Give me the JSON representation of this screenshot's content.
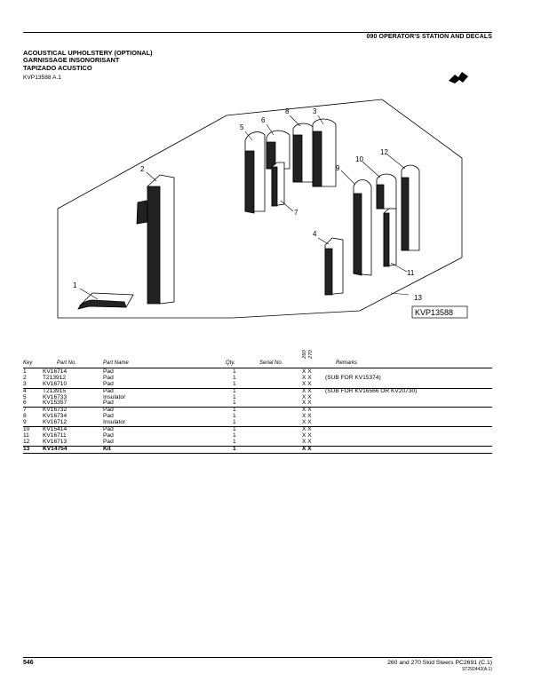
{
  "header": {
    "section_title": "090  OPERATOR'S STATION AND DECALS"
  },
  "titles": [
    "ACOUSTICAL UPHOLSTERY (OPTIONAL)",
    "GARNISSAGE INSONORISANT",
    "TAPIZADO ACUSTICO"
  ],
  "figure_id": "KVP13588 A.1",
  "illustration": {
    "callouts": [
      "1",
      "2",
      "3",
      "4",
      "5",
      "6",
      "7",
      "8",
      "9",
      "10",
      "11",
      "12",
      "13"
    ],
    "figure_label": "KVP13588",
    "arrow_icon": "direction-arrow-icon"
  },
  "table": {
    "headers": {
      "key": "Key",
      "part_no": "Part No.",
      "part_name": "Part Name",
      "qty": "Qty.",
      "serial_no": "Serial No.",
      "model_1": "260",
      "model_2": "270",
      "remarks": "Remarks"
    },
    "rows": [
      {
        "key": "1",
        "part_no": "KV16714",
        "name": "Pad",
        "qty": "1",
        "models": "X X",
        "remarks": ""
      },
      {
        "key": "2",
        "part_no": "T213912",
        "name": "Pad",
        "qty": "1",
        "models": "X X",
        "remarks": "(SUB FOR KV15374)"
      },
      {
        "key": "3",
        "part_no": "KV16710",
        "name": "Pad",
        "qty": "1",
        "models": "X X",
        "remarks": ""
      },
      {
        "key": "4",
        "part_no": "T213915",
        "name": "Pad",
        "qty": "1",
        "models": "X X",
        "remarks": "(SUB FOR KV16566 OR KV20730)"
      },
      {
        "key": "5",
        "part_no": "KV16733",
        "name": "Insulator",
        "qty": "1",
        "models": "X X",
        "remarks": ""
      },
      {
        "key": "6",
        "part_no": "KV15357",
        "name": "Pad",
        "qty": "1",
        "models": "X X",
        "remarks": ""
      },
      {
        "key": "7",
        "part_no": "KV16732",
        "name": "Pad",
        "qty": "1",
        "models": "X X",
        "remarks": ""
      },
      {
        "key": "8",
        "part_no": "KV16734",
        "name": "Pad",
        "qty": "1",
        "models": "X X",
        "remarks": ""
      },
      {
        "key": "9",
        "part_no": "KV16712",
        "name": "Insulator",
        "qty": "1",
        "models": "X X",
        "remarks": ""
      },
      {
        "key": "10",
        "part_no": "KV15414",
        "name": "Pad",
        "qty": "1",
        "models": "X X",
        "remarks": ""
      },
      {
        "key": "11",
        "part_no": "KV16711",
        "name": "Pad",
        "qty": "1",
        "models": "X X",
        "remarks": ""
      },
      {
        "key": "12",
        "part_no": "KV16713",
        "name": "Pad",
        "qty": "1",
        "models": "X X",
        "remarks": ""
      },
      {
        "key": "13",
        "part_no": "KV14754",
        "name": "Kit",
        "qty": "1",
        "models": "X X",
        "remarks": "",
        "bold": true
      }
    ]
  },
  "footer": {
    "page_number": "546",
    "book_title": "260 and 270 Skid Steers   PC2691   (C.1)",
    "doc_id": "ST292442(A.1)"
  }
}
